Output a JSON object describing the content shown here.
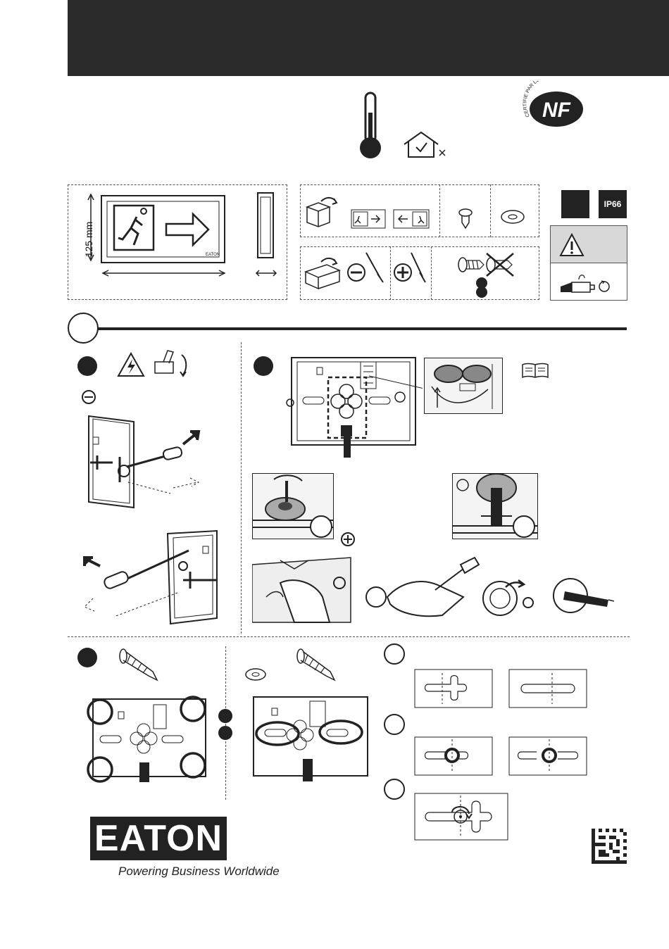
{
  "header": {
    "bar_color": "#2b2b2b"
  },
  "certification": {
    "arc_text": "CERTIFIE PAR LCIE",
    "logo_text": "NF"
  },
  "dimensions": {
    "height_label": "125 mm"
  },
  "product": {
    "label_mark": "EATON"
  },
  "protection": {
    "ip_rating": "IP66"
  },
  "brand": {
    "tagline": "Powering Business Worldwide",
    "logo_text": "EATON"
  },
  "colors": {
    "dark": "#222222",
    "warning_bg": "#d8d8d8"
  },
  "icons": [
    "thermometer-icon",
    "indoor-house-icon",
    "open-box-icon",
    "exit-sign-icon",
    "screw-icon",
    "washer-icon",
    "toolbox-icon",
    "flat-screwdriver-icon",
    "phillips-screwdriver-icon",
    "warning-icon",
    "battery-icon",
    "electric-hazard-icon",
    "manual-book-icon",
    "datamatrix-icon"
  ]
}
